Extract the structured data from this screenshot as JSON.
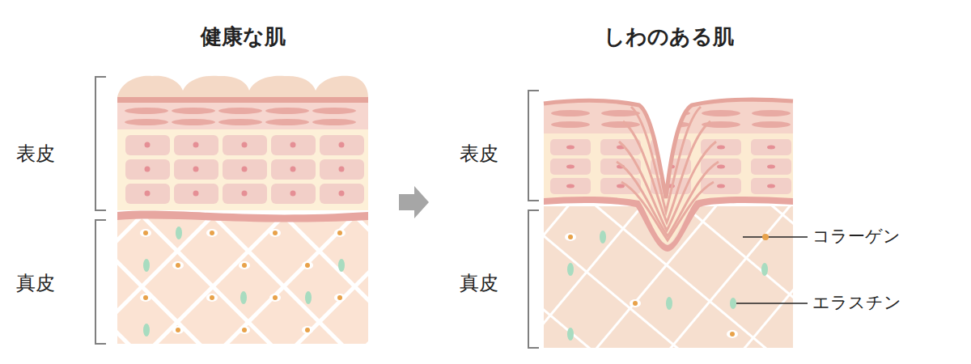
{
  "diagram": {
    "labels": [
      "健康な肌",
      "しわのある肌",
      "表皮",
      "真皮",
      "表皮",
      "真皮",
      "コラーゲン",
      "エラスチン"
    ]
  }
}
